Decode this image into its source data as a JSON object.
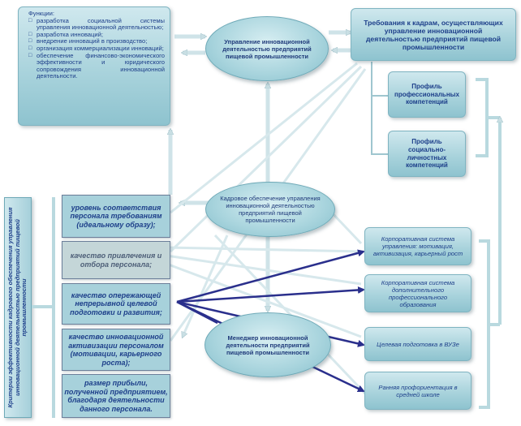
{
  "functions": {
    "title": "Функции:",
    "items": [
      "разработка социальной системы управления инновационной деятельностью;",
      "разработка инноваций;",
      "внедрение инноваций в производство;",
      "организация коммерциализации инноваций;",
      "обеспечение финансово-экономического эффективности и юридического сопровождения инновационной деятельности."
    ]
  },
  "management_ellipse": "Управление инновационной деятельностью предприятий пищевой промышленности",
  "requirements_box": "Требования к кадрам, осуществляющих управление инновационной деятельностью предприятий пищевой промышленности",
  "profile_professional": "Профиль профессиональных компетенций",
  "profile_social": "Профиль социально-личностных компетенций",
  "staffing_ellipse": "Кадровое обеспечение управления инновационной деятельностью предприятий пищевой промышленности",
  "manager_ellipse": "Менеджер инновационной деятельности предприятий пищевой промышленности",
  "criteria_vertical": "Критерии эффективности кадрового обеспечения управления инновационной деятельностью предприятий пищевой промышленности",
  "criteria": [
    "уровень соответствия персонала требованиям (идеальному образу);",
    "качество привлечения и отбора персонала;",
    "качество опережающей непрерывной целевой подготовки и развития;",
    "качество инновационной активизации персоналом (мотивации, карьерного роста);",
    "размер прибыли, полученной предприятием, благодаря деятельности данного персонала."
  ],
  "right_boxes": [
    "Корпоративная система управления: мотивация, активизация, карьерный рост",
    "Корпоративная система дополнительного профессионального образования",
    "Целевая подготовка в ВУЗе",
    "Ранняя профориентация в средней школе"
  ],
  "colors": {
    "teal_fill": "#a9d3dc",
    "text_blue": "#1d3f8a",
    "arrow_dark": "#2a2f8c",
    "arrow_light": "#d4e6ea",
    "bracket": "#b9d9df"
  }
}
